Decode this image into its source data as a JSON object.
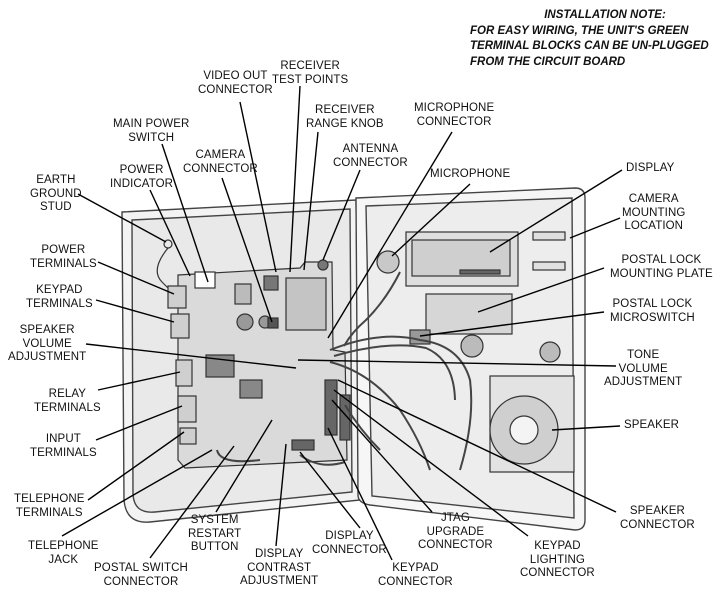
{
  "note": {
    "heading": "INSTALLATION NOTE:",
    "lines": [
      "FOR EASY WIRING, THE UNIT'S GREEN",
      "TERMINAL BLOCKS CAN BE UN-PLUGGED",
      "FROM THE CIRCUIT BOARD"
    ]
  },
  "labels": {
    "video_out_connector": [
      "VIDEO OUT",
      "CONNECTOR"
    ],
    "receiver_test_points": [
      "RECEIVER",
      "TEST POINTS"
    ],
    "receiver_range_knob": [
      "RECEIVER",
      "RANGE KNOB"
    ],
    "microphone_connector": [
      "MICROPHONE",
      "CONNECTOR"
    ],
    "main_power_switch": [
      "MAIN POWER",
      "SWITCH"
    ],
    "camera_connector": [
      "CAMERA",
      "CONNECTOR"
    ],
    "antenna_connector": [
      "ANTENNA",
      "CONNECTOR"
    ],
    "power_indicator": [
      "POWER",
      "INDICATOR"
    ],
    "microphone": [
      "MICROPHONE"
    ],
    "display": [
      "DISPLAY"
    ],
    "earth_ground_stud": [
      "EARTH",
      "GROUND",
      "STUD"
    ],
    "camera_mounting_location": [
      "CAMERA",
      "MOUNTING",
      "LOCATION"
    ],
    "power_terminals": [
      "POWER",
      "TERMINALS"
    ],
    "keypad_terminals": [
      "KEYPAD",
      "TERMINALS"
    ],
    "postal_lock_mounting_plate": [
      "POSTAL LOCK",
      "MOUNTING PLATE"
    ],
    "postal_lock_microswitch": [
      "POSTAL LOCK",
      "MICROSWITCH"
    ],
    "speaker_volume_adjustment": [
      "SPEAKER",
      "VOLUME",
      "ADJUSTMENT"
    ],
    "tone_volume_adjustment": [
      "TONE",
      "VOLUME",
      "ADJUSTMENT"
    ],
    "relay_terminals": [
      "RELAY",
      "TERMINALS"
    ],
    "speaker": [
      "SPEAKER"
    ],
    "input_terminals": [
      "INPUT",
      "TERMINALS"
    ],
    "telephone_terminals": [
      "TELEPHONE",
      "TERMINALS"
    ],
    "speaker_connector": [
      "SPEAKER",
      "CONNECTOR"
    ],
    "system_restart_button": [
      "SYSTEM",
      "RESTART",
      "BUTTON"
    ],
    "jtag_upgrade_connector": [
      "JTAG",
      "UPGRADE",
      "CONNECTOR"
    ],
    "display_connector": [
      "DISPLAY",
      "CONNECTOR"
    ],
    "keypad_lighting_connector": [
      "KEYPAD",
      "LIGHTING",
      "CONNECTOR"
    ],
    "telephone_jack": [
      "TELEPHONE",
      "JACK"
    ],
    "postal_switch_connector": [
      "POSTAL SWITCH",
      "CONNECTOR"
    ],
    "display_contrast_adjustment": [
      "DISPLAY",
      "CONTRAST",
      "ADJUSTMENT"
    ],
    "keypad_connector": [
      "KEYPAD",
      "CONNECTOR"
    ]
  }
}
